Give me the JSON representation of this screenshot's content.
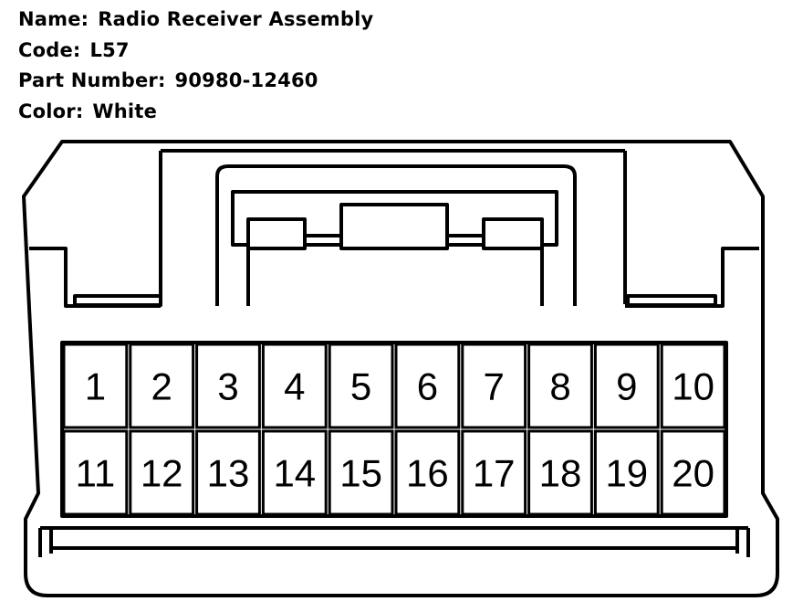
{
  "connector_info": {
    "name_label": "Name:",
    "name_value": "Radio Receiver Assembly",
    "code_label": "Code:",
    "code_value": "L57",
    "part_label": "Part Number:",
    "part_value": "90980-12460",
    "color_label": "Color:",
    "color_value": "White"
  },
  "pins": {
    "top_row": [
      "1",
      "2",
      "3",
      "4",
      "5",
      "6",
      "7",
      "8",
      "9",
      "10"
    ],
    "bottom_row": [
      "11",
      "12",
      "13",
      "14",
      "15",
      "16",
      "17",
      "18",
      "19",
      "20"
    ]
  },
  "colors": {
    "outline": "#000000",
    "background": "#ffffff"
  }
}
